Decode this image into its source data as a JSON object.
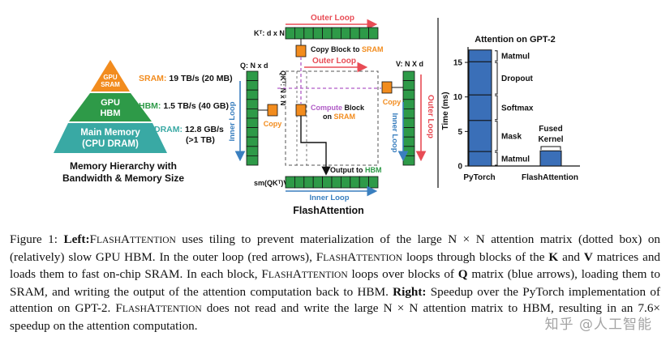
{
  "pyramid": {
    "tiers": [
      {
        "label_line1": "GPU",
        "label_line2": "SRAM",
        "color": "#f28c1e"
      },
      {
        "label_line1": "GPU",
        "label_line2": "HBM",
        "color": "#2e9a48"
      },
      {
        "label_line1": "Main Memory",
        "label_line2": "(CPU DRAM)",
        "color": "#39a9a4"
      }
    ],
    "specs": [
      {
        "name": "SRAM:",
        "value": "19 TB/s (20 MB)",
        "color": "#f28c1e"
      },
      {
        "name": "HBM:",
        "value": "1.5 TB/s (40 GB)",
        "color": "#2e9a48"
      },
      {
        "name": "DRAM:",
        "value": "12.8 GB/s",
        "value2": "(>1 TB)",
        "color": "#39a9a4"
      }
    ],
    "caption_line1": "Memory Hierarchy with",
    "caption_line2": "Bandwidth & Memory Size"
  },
  "flash": {
    "outer_loop_top": "Outer Loop",
    "outer_loop_mid": "Outer Loop",
    "outer_loop_right": "Outer Loop",
    "kt_label": "Kᵀ: d x N",
    "q_label": "Q: N x d",
    "v_label": "V: N X d",
    "qkt_label": "QKᵀ: N x N",
    "copy_block": "Copy Block to ",
    "copy_block_sram": "SRAM",
    "compute": "Compute",
    "compute_block": " Block",
    "on": "on ",
    "on_sram": "SRAM",
    "copy_left": "Copy",
    "copy_right": "Copy",
    "inner_loop_left": "Inner Loop",
    "inner_loop_right": "Inner Loop",
    "inner_loop_bottom": "Inner Loop",
    "output_to": "Output to ",
    "output_hbm": "HBM",
    "sm_label": "sm(QKᵀ)V: N x d",
    "title": "FlashAttention",
    "red": "#e84c55",
    "blue": "#3a7fbf",
    "green": "#2e9a48",
    "orange": "#f28c1e",
    "purple": "#b05cc6"
  },
  "chart_data": {
    "type": "bar",
    "title": "Attention on GPT-2",
    "ylabel": "Time (ms)",
    "ylim": [
      0,
      17
    ],
    "yticks": [
      0,
      5,
      10,
      15
    ],
    "categories": [
      "PyTorch",
      "FlashAttention"
    ],
    "stacks": [
      {
        "category": "PyTorch",
        "segments": [
          {
            "name": "Matmul",
            "from": 0,
            "to": 2.1
          },
          {
            "name": "Mask",
            "from": 2.1,
            "to": 6.6
          },
          {
            "name": "Softmax",
            "from": 6.6,
            "to": 10.3
          },
          {
            "name": "Dropout",
            "from": 10.3,
            "to": 15.1
          },
          {
            "name": "Matmul",
            "from": 15.1,
            "to": 16.8
          }
        ]
      },
      {
        "category": "FlashAttention",
        "segments": [
          {
            "name": "Fused Kernel",
            "from": 0,
            "to": 2.2
          }
        ]
      }
    ],
    "fused_label_line1": "Fused",
    "fused_label_line2": "Kernel",
    "bar_color": "#3a6fb8"
  },
  "caption": {
    "fig": "Figure 1: ",
    "left": "Left:",
    "t1": " F",
    "fa_small": "LASH",
    "fa_big": "A",
    "fa_small2": "TTENTION",
    "rest1": " uses tiling to prevent materialization of the large N × N attention matrix (dotted box) on (relatively) slow GPU HBM. In the outer loop (red arrows), ",
    "rest2": " loops through blocks of the ",
    "K": "K",
    "and": " and ",
    "V": "V",
    "rest3": " matrices and loads them to fast on-chip SRAM. In each block, ",
    "rest4": " loops over blocks of ",
    "Q": "Q",
    "rest5": " matrix (blue arrows), loading them to SRAM, and writing the output of the attention computation back to HBM. ",
    "right": "Right:",
    "rest6": " Speedup over the PyTorch implementation of attention on GPT-2. ",
    "rest7": " does not read and write the large N × N attention matrix to HBM, resulting in an 7.6× speedup on the attention computation."
  },
  "watermark": "知乎 @人工智能"
}
